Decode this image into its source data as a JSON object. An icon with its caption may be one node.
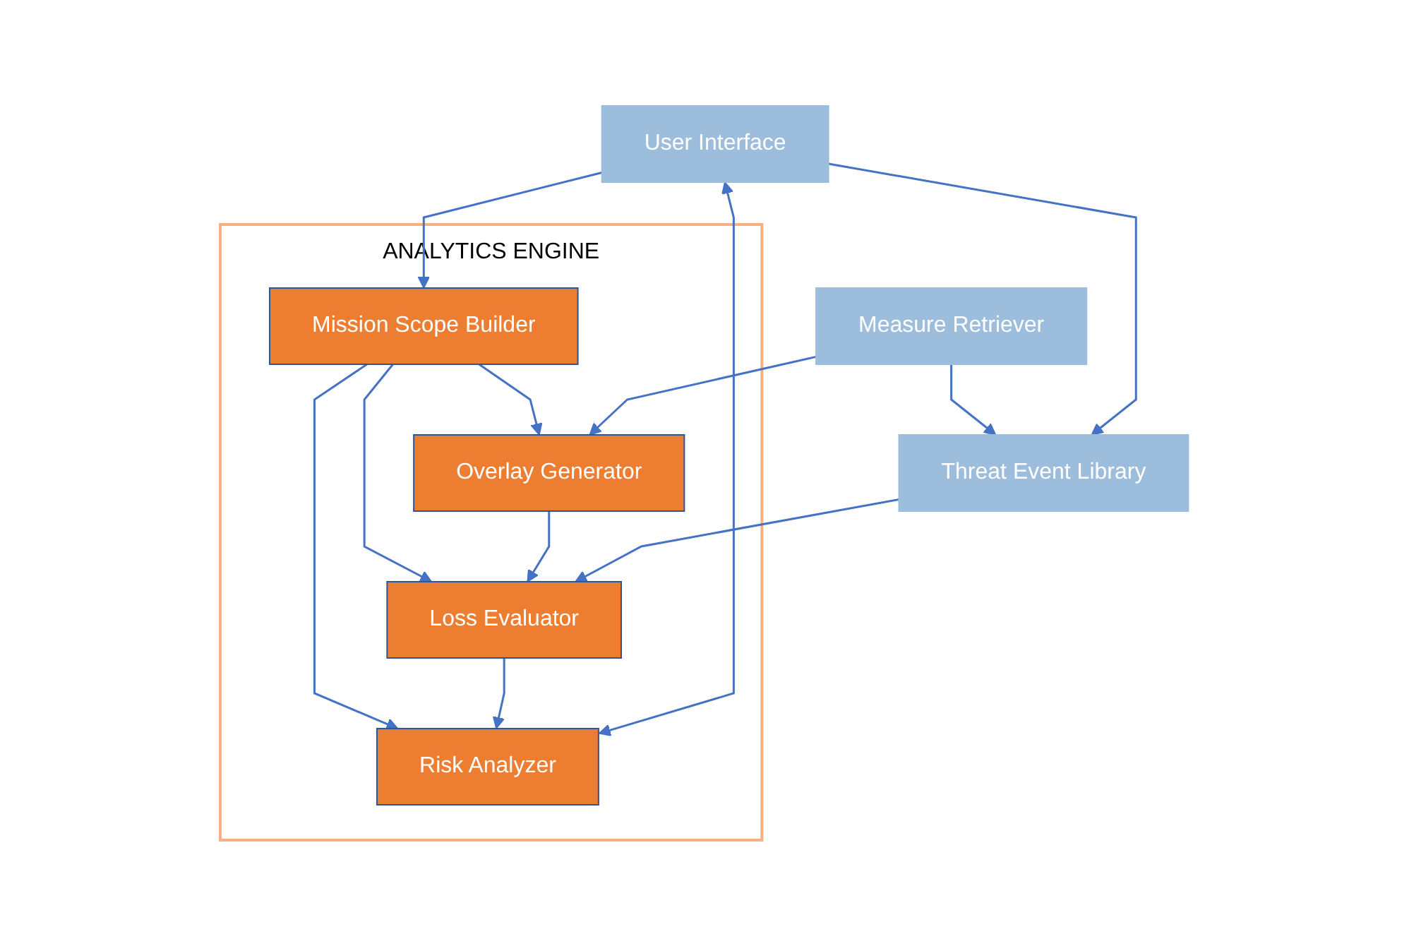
{
  "diagram": {
    "nodes": [
      {
        "text": [
          "User Interface"
        ]
      },
      {
        "text": [
          "Measure Retriever"
        ]
      },
      {
        "text": [
          "ANALYTICS ENGINE"
        ]
      },
      {
        "text": [
          "Mission Scope Builder"
        ],
        "in": 2
      },
      {
        "text": [
          "Overlay Generator"
        ],
        "in": 2
      },
      {
        "text": [
          "Loss Evaluator"
        ],
        "in": 2
      },
      {
        "text": [
          "Risk Analyzer"
        ],
        "in": 2
      },
      {
        "text": [
          "Threat Event Library"
        ]
      }
    ],
    "edges": [
      {
        "from": 0,
        "to": 3,
        "arrow": "to"
      },
      {
        "from": 3,
        "to": 4,
        "arrow": "to"
      },
      {
        "from": 3,
        "to": 5,
        "arrow": "to"
      },
      {
        "from": 3,
        "to": 6,
        "arrow": "to"
      },
      {
        "from": 1,
        "to": 4,
        "arrow": "to"
      },
      {
        "from": 4,
        "to": 5,
        "arrow": "to"
      },
      {
        "from": 5,
        "to": 6,
        "arrow": "to"
      },
      {
        "from": 6,
        "to": 0,
        "arrow": "both"
      },
      {
        "from": 7,
        "to": 5,
        "arrow": "to"
      },
      {
        "from": 1,
        "to": 7,
        "arrow": "to"
      },
      {
        "from": 0,
        "to": 7,
        "arrow": "to"
      }
    ]
  }
}
